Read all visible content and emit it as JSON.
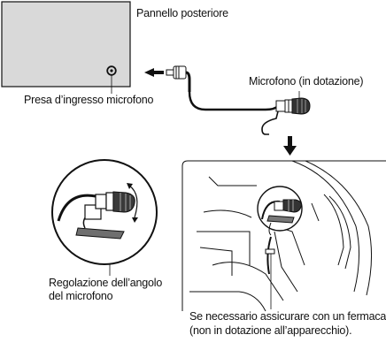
{
  "labels": {
    "rear_panel": "Pannello posteriore",
    "mic_jack": "Presa d’ingresso microfono",
    "microphone": "Microfono (in dotazione)",
    "angle_line1": "Regolazione dell’angolo",
    "angle_line2": "del microfono",
    "note_line1": "Se necessario assicurare con un fermacavo",
    "note_line2": "(non in dotazione all’apparecchio)."
  },
  "colors": {
    "panel_fill": "#d9d9d9",
    "line": "#111111",
    "clip_fill": "#6f6f6f"
  }
}
